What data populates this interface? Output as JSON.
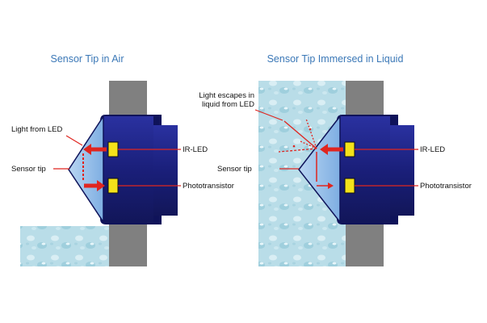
{
  "left_panel": {
    "title": "Sensor Tip in Air",
    "labels": {
      "light_from_led": "Light from LED",
      "sensor_tip": "Sensor tip",
      "ir_led": "IR-LED",
      "phototransistor": "Phototransistor"
    }
  },
  "right_panel": {
    "title": "Sensor Tip Immersed in Liquid",
    "labels": {
      "light_escapes_line1": "Light escapes in",
      "light_escapes_line2": "liquid from LED",
      "sensor_tip": "Sensor tip",
      "ir_led": "IR-LED",
      "phototransistor": "Phototransistor"
    }
  },
  "colors": {
    "liquid": "#b9dde8",
    "wall": "#808080",
    "sensor_body": "#1a1f7a",
    "prism": "#9ec3ec",
    "led": "#f4e21a",
    "ray": "#e0251f",
    "title": "#3b78b7"
  }
}
